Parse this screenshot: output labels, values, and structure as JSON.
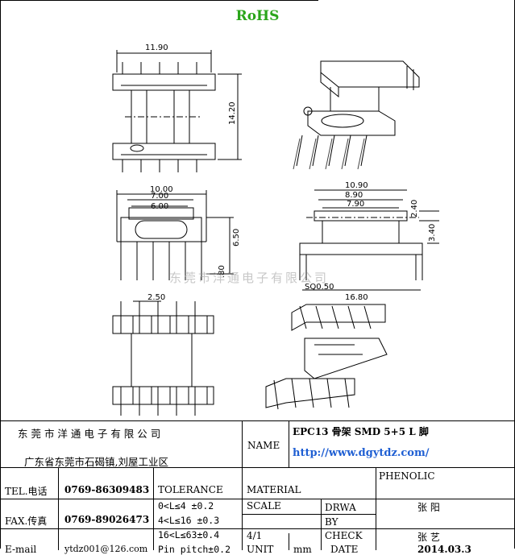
{
  "header": {
    "badge": "RoHS"
  },
  "drawing": {
    "dims": {
      "a": "11.90",
      "b": "14.20",
      "c": "10.00",
      "d": "7.00",
      "e": "6.00",
      "f": "6.50",
      "g": ".80",
      "h": "10.90",
      "i": "8.90",
      "j": "7.90",
      "k": "2.40",
      "l": "3.40",
      "m": "SQ0.50",
      "n": "16.80",
      "o": "2.50"
    },
    "watermark": "东莞市洋通电子有限公司"
  },
  "title_block": {
    "company_name": "东 莞 市 洋 通 电 子 有 限 公 司",
    "company_address": "广东省东莞市石碣镇,刘屋工业区",
    "name_label": "NAME",
    "part_name": "EPC13 骨架  SMD 5+5 L 脚",
    "website": "http://www.dgytdz.com/",
    "tel_label": "TEL.电话",
    "tel_value": "0769-86309483",
    "tolerance_label": "TOLERANCE",
    "material_label": "MATERIAL",
    "material_value": "PHENOLIC",
    "fax_label": "FAX.传真",
    "fax_value": "0769-89026473",
    "tol_lines": [
      "0<L≤4   ±0.2",
      "4<L≤16  ±0.3",
      "16<L≤63±0.4",
      "Pin pitch±0.2"
    ],
    "scale_label": "SCALE",
    "scale_value": "4/1",
    "drawn_by_label": "DRWA BY",
    "drawn_by_value": "张 阳",
    "check_label": "CHECK",
    "check_value": "张 艺",
    "email_label": "E-mail",
    "email_value": "ytdz001@126.com",
    "unit_label": "UNIT",
    "unit_value": "mm",
    "date_label": "DATE",
    "date_value": "2014.03.3"
  }
}
